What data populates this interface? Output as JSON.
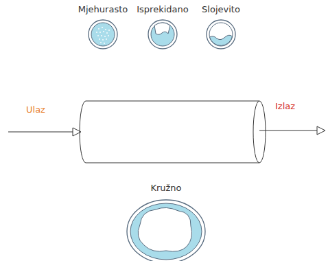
{
  "diagram": {
    "nodes": [
      {
        "text": [
          "Mjehurasto"
        ]
      },
      {
        "text": [
          "Isprekidano"
        ]
      },
      {
        "text": [
          "Slojevito"
        ]
      },
      {
        "text": [
          "Kružno"
        ]
      }
    ],
    "labels": [
      "Ulaz",
      "Izlaz"
    ]
  }
}
